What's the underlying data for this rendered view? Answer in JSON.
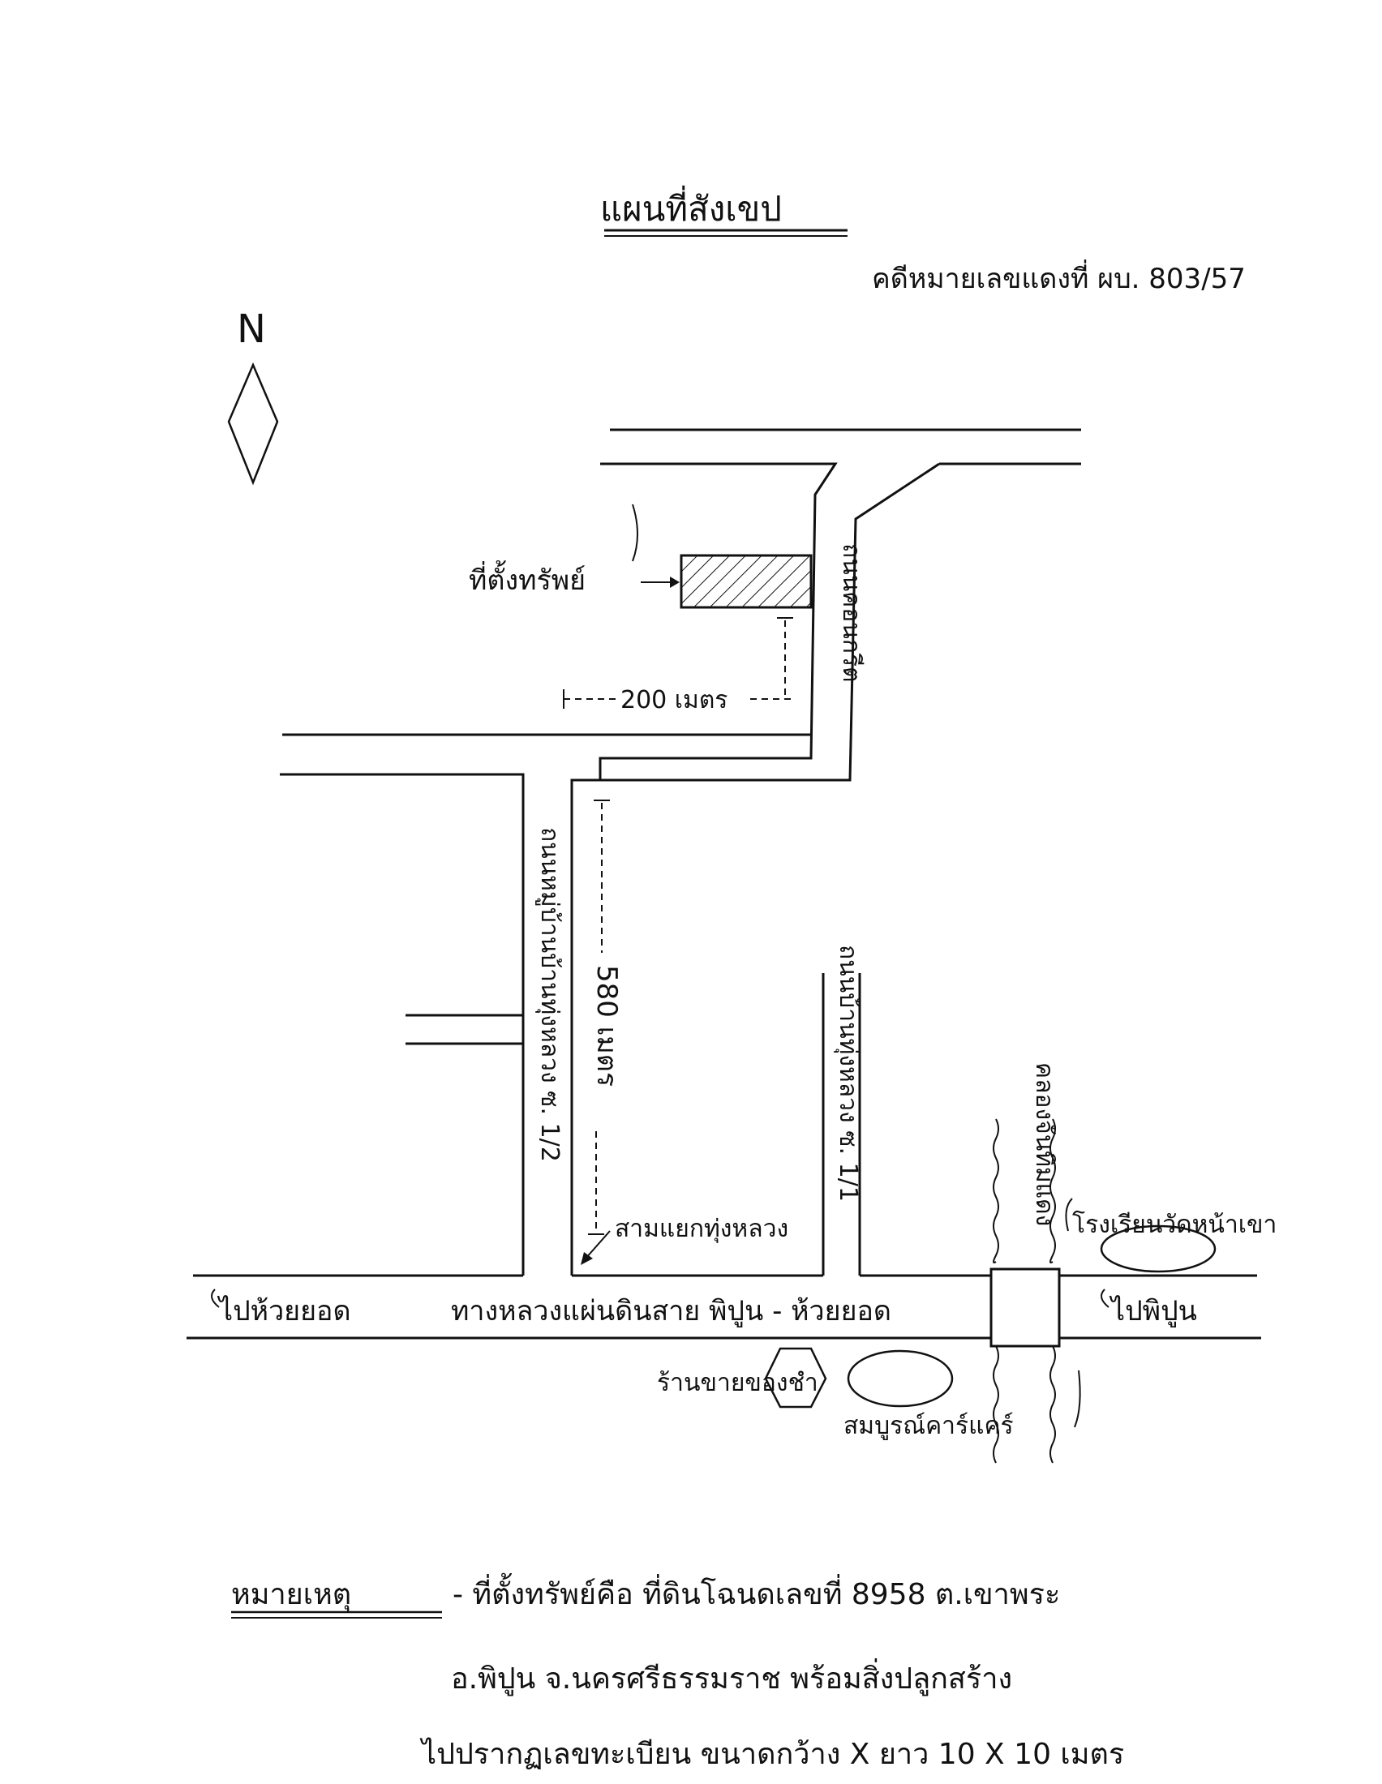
{
  "map": {
    "title": "แผนที่สังเขป",
    "case_number": "คดีหมายเลขแดงที่ ผบ. 803/57",
    "north_label": "N",
    "labels": {
      "property_location": "ที่ตั้งทรัพย์",
      "distance_200": "200 เมตร",
      "road_top_right": "ถนนคอนกรีต",
      "road_left": "ถนนหมู่บ้านบ้านทุ่งหลวง ซ. 1/2",
      "distance_580": "580 เมตร",
      "road_right": "ถนนบ้านทุ่งหลวง ซ. 1/1",
      "junction": "สามแยกทุ่งหลวง",
      "canal": "คลองจันทิมแดง",
      "school": "โรงเรียนวัดหน้าเขา",
      "to_huai_yot": "ไปห้วยยอด",
      "highway": "ทางหลวงแผ่นดินสาย พิปูน - ห้วยยอด",
      "to_phipun": "ไปพิปูน",
      "shop": "ร้านขายของชำ",
      "car_care": "สมบูรณ์คาร์แคร์"
    },
    "note": {
      "heading": "หมายเหตุ",
      "line1": "- ที่ตั้งทรัพย์คือ ที่ดินโฉนดเลขที่ 8958 ต.เขาพระ",
      "line2": "อ.พิปูน จ.นครศรีธรรมราช พร้อมสิ่งปลูกสร้าง",
      "line3": "ไปปรากฏเลขทะเบียน ขนาดกว้าง X ยาว 10 X 10 เมตร"
    }
  }
}
